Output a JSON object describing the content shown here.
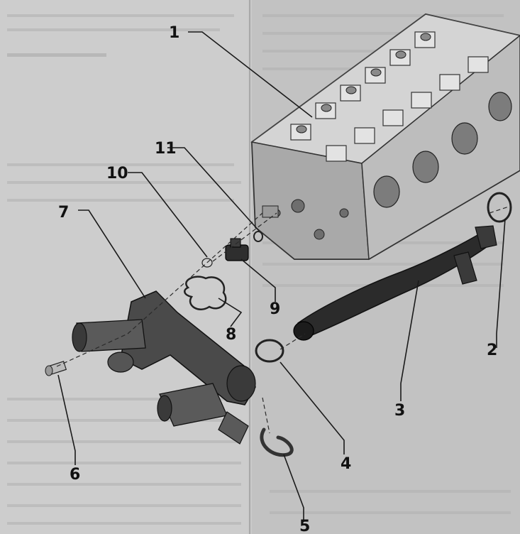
{
  "callouts": [
    {
      "id": "1",
      "label": "1"
    },
    {
      "id": "2",
      "label": "2"
    },
    {
      "id": "3",
      "label": "3"
    },
    {
      "id": "4",
      "label": "4"
    },
    {
      "id": "5",
      "label": "5"
    },
    {
      "id": "6",
      "label": "6"
    },
    {
      "id": "7",
      "label": "7"
    },
    {
      "id": "8",
      "label": "8"
    },
    {
      "id": "9",
      "label": "9"
    },
    {
      "id": "10",
      "label": "10"
    },
    {
      "id": "11",
      "label": "11"
    }
  ],
  "colors": {
    "background": "#c9c9c9",
    "cylinder_head": "#b9b9b9",
    "hose": "#2b2b2b",
    "housing": "#4a4a4a",
    "text": "#111111"
  },
  "icons": [
    "cylinder-head",
    "o-ring",
    "coolant-hose",
    "thermostat-housing",
    "bolt",
    "sensor",
    "retaining-clip"
  ]
}
